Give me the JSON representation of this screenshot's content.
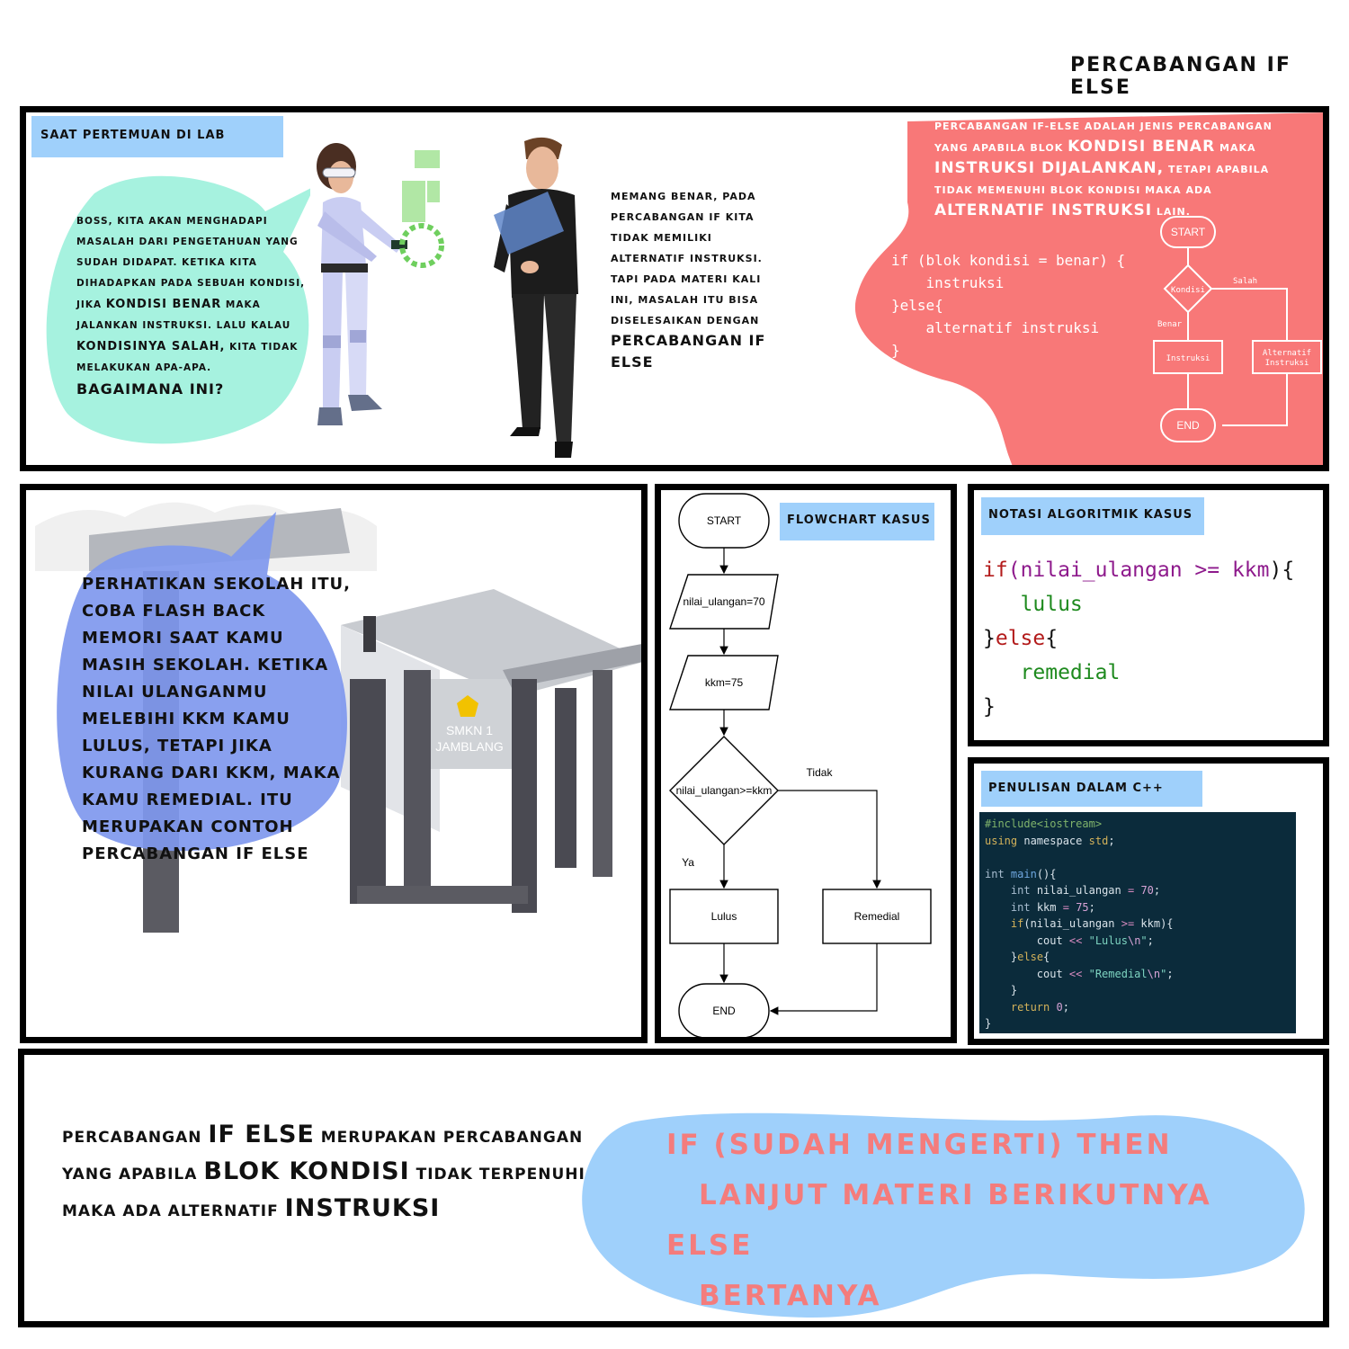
{
  "page_title": "PERCABANGAN IF ELSE",
  "panel1": {
    "label": "SAAT PERTEMUAN DI LAB",
    "woman_speech": {
      "part1": "BOSS, KITA AKAN MENGHADAPI MASALAH DARI PENGETAHUAN YANG SUDAH DIDAPAT. KETIKA KITA DIHADAPKAN PADA SEBUAH KONDISI, JIKA",
      "em1": "KONDISI BENAR",
      "part2": "MAKA JALANKAN INSTRUKSI. LALU KALAU",
      "em2": "KONDISINYA SALAH,",
      "part3": "KITA TIDAK MELAKUKAN APA-APA.",
      "em3": "BAGAIMANA INI?"
    },
    "man_speech": {
      "part1": "MEMANG BENAR, PADA PERCABANGAN IF KITA TIDAK MEMILIKI ALTERNATIF INSTRUKSI. TAPI PADA MATERI KALI INI, MASALAH ITU BISA DISELESAIKAN DENGAN",
      "em1": "PERCABANGAN IF ELSE"
    },
    "definition": {
      "part1": "PERCABANGAN IF-ELSE ADALAH JENIS PERCABANGAN YANG APABILA BLOK",
      "em1": "KONDISI BENAR",
      "part2": "MAKA",
      "em2": "INSTRUKSI DIJALANKAN,",
      "part3": "TETAPI APABILA TIDAK MEMENUHI BLOK KONDISI MAKA ADA",
      "em3": "ALTERNATIF INSTRUKSI",
      "part4": "LAIN."
    },
    "code_lines": [
      "if (blok kondisi = benar) {",
      "    instruksi",
      "}else{",
      "    alternatif instruksi",
      "}"
    ],
    "flowchart": {
      "start": "START",
      "condition": "Kondisi",
      "false_label": "Salah",
      "true_label": "Benar",
      "true_box": "Instruksi",
      "false_box_line1": "Alternatif",
      "false_box_line2": "Instruksi",
      "end": "END"
    }
  },
  "panel2": {
    "speech": "PERHATIKAN SEKOLAH ITU, COBA FLASH BACK MEMORI SAAT KAMU MASIH SEKOLAH. KETIKA NILAI ULANGANMU MELEBIHI KKM KAMU LULUS, TETAPI JIKA KURANG DARI KKM, MAKA KAMU REMEDIAL. ITU MERUPAKAN CONTOH PERCABANGAN IF ELSE",
    "sign_line1": "SMKN 1",
    "sign_line2": "JAMBLANG"
  },
  "panel3": {
    "label": "FLOWCHART KASUS",
    "start": "START",
    "input1": "nilai_ulangan=70",
    "input2": "kkm=75",
    "condition": "nilai_ulangan>=kkm",
    "false_label": "Tidak",
    "true_label": "Ya",
    "true_box": "Lulus",
    "false_box": "Remedial",
    "end": "END"
  },
  "panel4": {
    "label": "NOTASI ALGORITMIK KASUS",
    "if_kw": "if",
    "cond_open": "(",
    "cond": "nilai_ulangan >= kkm",
    "cond_close": "){",
    "true_stmt": "lulus",
    "close_brace": "}",
    "else_kw": "else",
    "open_brace": "{",
    "false_stmt": "remedial",
    "final_brace": "}"
  },
  "panel5": {
    "label": "PENULISAN DALAM C++",
    "code": {
      "l1": "#include<iostream>",
      "l2a": "using",
      "l2b": "namespace",
      "l2c": "std",
      "l2d": ";",
      "l4a": "int",
      "l4b": "main",
      "l4c": "(){",
      "l5a": "int",
      "l5b": " nilai_ulangan ",
      "l5c": "=",
      "l5d": "70",
      "l6a": "int",
      "l6b": " kkm ",
      "l6c": "=",
      "l6d": "75",
      "l7a": "if",
      "l7b": "(nilai_ulangan ",
      "l7c": ">=",
      "l7d": " kkm){",
      "l8a": "cout ",
      "l8b": "<<",
      "l8c": "\"Lulus",
      "l8d": "\\n",
      "l8e": "\"",
      "l9a": "}",
      "l9b": "else",
      "l9c": "{",
      "l10a": "cout ",
      "l10b": "<<",
      "l10c": "\"Remedial",
      "l10d": "\\n",
      "l10e": "\"",
      "l11": "}",
      "l12a": "return",
      "l12b": "0",
      "l13": "}"
    }
  },
  "panel6": {
    "summary": {
      "w1": "PERCABANGAN",
      "em1": "IF ELSE",
      "w2": "MERUPAKAN PERCABANGAN YANG APABILA",
      "em2": "BLOK KONDISI",
      "w3": "TIDAK TERPENUHI MAKA ADA ALTERNATIF",
      "em3": "INSTRUKSI"
    },
    "closing": {
      "line1": "IF (SUDAH MENGERTI) THEN",
      "line2": "LANJUT MATERI BERIKUTNYA",
      "line3": "ELSE",
      "line4": "BERTANYA"
    }
  },
  "colors": {
    "label_blue": "#9fd0fb",
    "speech_green": "#a6f2df",
    "definition_red": "#f87878",
    "speech_blue": "#8fa8ee",
    "closing_blob": "#9fd0fb",
    "closing_text": "#f47c7c",
    "code_bg": "#0b2b3b"
  }
}
